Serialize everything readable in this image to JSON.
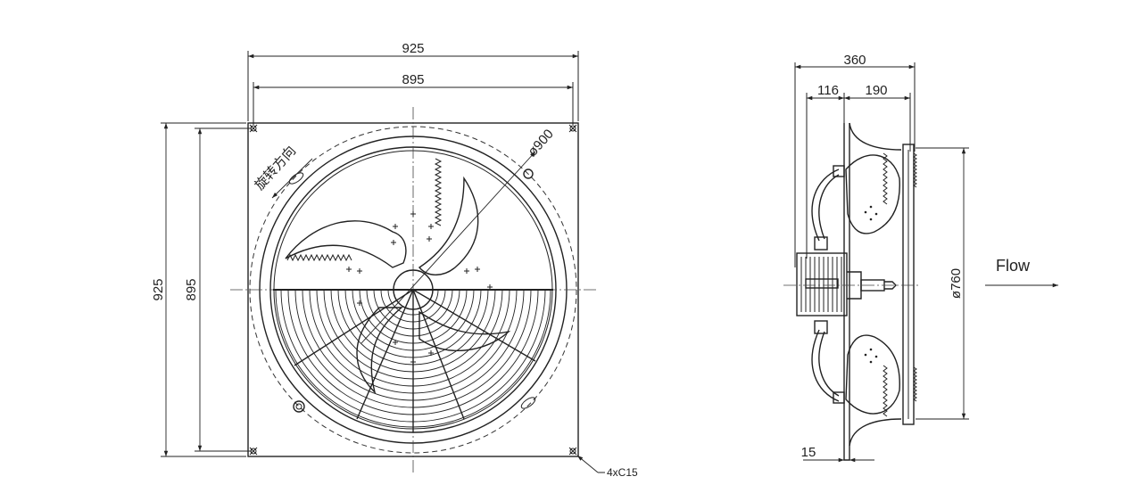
{
  "front_view": {
    "dim_width_outer": "925",
    "dim_width_inner": "895",
    "dim_height_outer": "925",
    "dim_height_inner": "895",
    "dim_diameter": "ø900",
    "rotation_label": "旋转方向",
    "corner_hole_label": "4xC15"
  },
  "side_view": {
    "dim_depth_total": "360",
    "dim_depth_a": "116",
    "dim_depth_b": "190",
    "dim_diameter": "ø760",
    "dim_flange": "15",
    "flow_label": "Flow"
  }
}
